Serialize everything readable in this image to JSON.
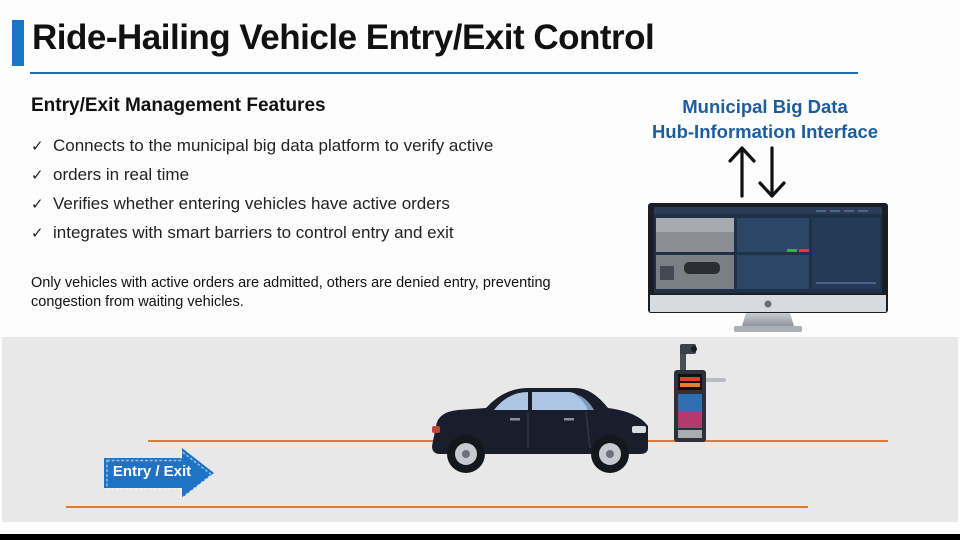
{
  "slide": {
    "title": "Ride-Hailing Vehicle Entry/Exit Control"
  },
  "features": {
    "heading": "Entry/Exit Management Features",
    "check_glyph": "✓",
    "items": [
      "Connects to the municipal big data platform to verify active",
      "orders in real time",
      "Verifies whether entering vehicles have active orders",
      "integrates with smart barriers to control entry and exit"
    ]
  },
  "note": "Only vehicles with active orders are admitted, others are denied entry, preventing congestion from waiting vehicles.",
  "hub": {
    "line1": "Municipal Big Data",
    "line2": "Hub-Information Interface"
  },
  "road": {
    "label": "Entry / Exit"
  },
  "colors": {
    "accent_blue": "#1a76c6",
    "heading_blue": "#1d5d9e",
    "lane_orange": "#e27a35",
    "road_gray": "#e8e8e8",
    "car_body": "#1a1d2b"
  },
  "icons": {
    "check": "check-icon",
    "sync": "up-down-arrows-icon",
    "monitor": "monitor-icon",
    "car": "car-icon",
    "gate": "barrier-gate-icon",
    "direction": "arrow-right-icon"
  }
}
